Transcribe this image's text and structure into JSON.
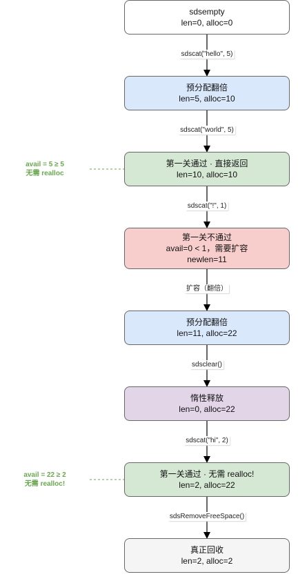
{
  "colors": {
    "white": "#ffffff",
    "blue": "#dae8fc",
    "green": "#d5e8d4",
    "red": "#f8cecc",
    "purple": "#e1d5e7",
    "gray": "#f5f5f5",
    "note_text": "#6aa84f"
  },
  "nodes": [
    {
      "lines": [
        "sdsempty",
        "len=0, alloc=0"
      ],
      "color": "white"
    },
    {
      "lines": [
        "预分配翻倍",
        "len=5, alloc=10"
      ],
      "color": "blue"
    },
    {
      "lines": [
        "第一关通过 · 直接返回",
        "len=10, alloc=10"
      ],
      "color": "green"
    },
    {
      "lines": [
        "第一关不通过",
        "avail=0 < 1，需要扩容",
        "newlen=11"
      ],
      "color": "red"
    },
    {
      "lines": [
        "预分配翻倍",
        "len=11, alloc=22"
      ],
      "color": "blue"
    },
    {
      "lines": [
        "惰性释放",
        "len=0, alloc=22"
      ],
      "color": "purple"
    },
    {
      "lines": [
        "第一关通过 · 无需 realloc!",
        "len=2, alloc=22"
      ],
      "color": "green"
    },
    {
      "lines": [
        "真正回收",
        "len=2, alloc=2"
      ],
      "color": "gray"
    }
  ],
  "edges": [
    "sdscat(\"hello\", 5)",
    "sdscat(\"world\", 5)",
    "sdscat(\"!\", 1)",
    "扩容（翻倍）",
    "sdsclear()",
    "sdscat(\"hi\", 2)",
    "sdsRemoveFreeSpace()"
  ],
  "notes": [
    {
      "lines": [
        "avail = 5 ≥ 5",
        "无需 realloc"
      ],
      "target": 2
    },
    {
      "lines": [
        "avail = 22 ≥ 2",
        "无需 realloc!"
      ],
      "target": 6
    }
  ]
}
